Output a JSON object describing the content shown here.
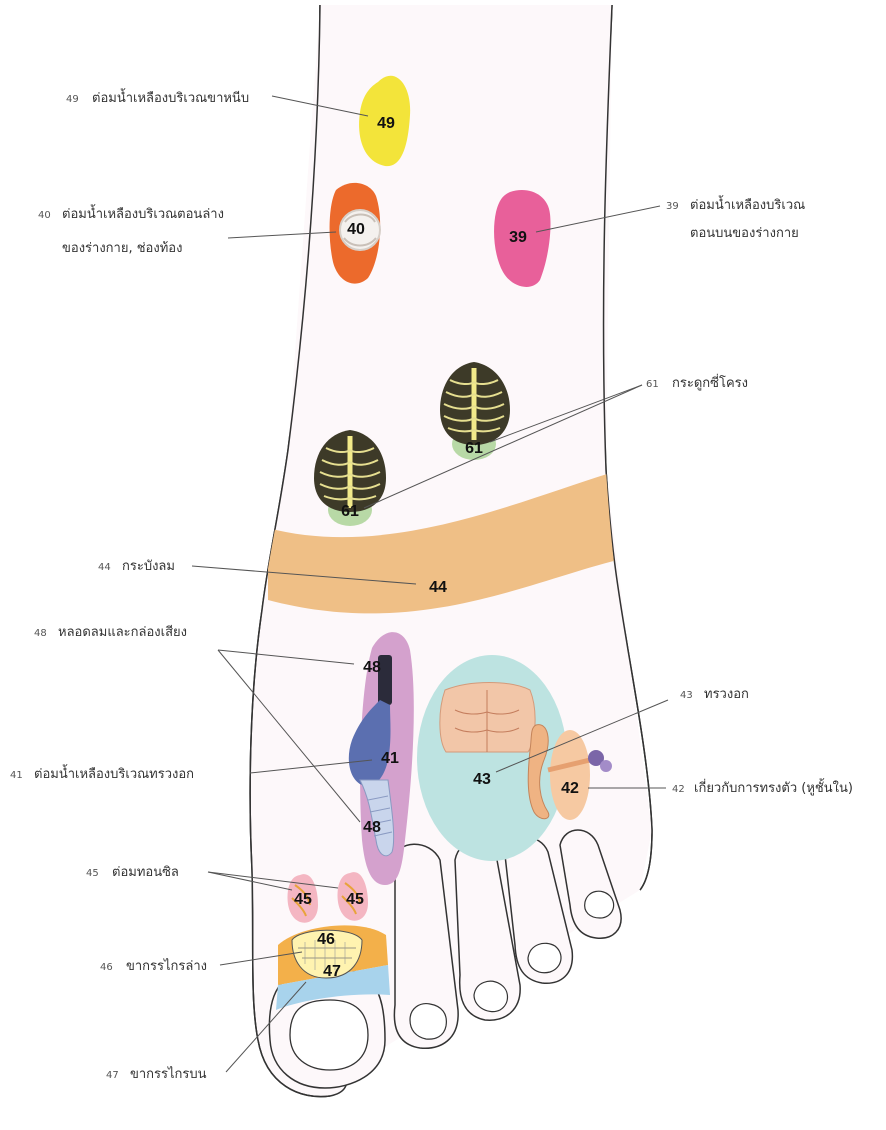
{
  "zones": [
    {
      "id": "49",
      "color": "#f3e43a"
    },
    {
      "id": "40",
      "color": "#ec6a2c"
    },
    {
      "id": "39",
      "color": "#e8609a"
    },
    {
      "id": "61a",
      "label": "61",
      "color": "#b8d9a6"
    },
    {
      "id": "61b",
      "label": "61",
      "color": "#b8d9a6"
    },
    {
      "id": "44",
      "color": "#efbf86"
    },
    {
      "id": "48top",
      "label": "48",
      "color": "#d4a1cd"
    },
    {
      "id": "41",
      "color": "#d4a1cd"
    },
    {
      "id": "48bot",
      "label": "48"
    },
    {
      "id": "43",
      "color": "#bde3e1"
    },
    {
      "id": "42",
      "color": "#f6c9a2"
    },
    {
      "id": "45a",
      "label": "45",
      "color": "#f4b6c2"
    },
    {
      "id": "45b",
      "label": "45",
      "color": "#f4b6c2"
    },
    {
      "id": "46",
      "color": "#f3b04a"
    },
    {
      "id": "47",
      "color": "#a8d3ec"
    }
  ],
  "labels": {
    "l49": {
      "num": "49",
      "text": "ต่อมน้ำเหลืองบริเวณขาหนีบ"
    },
    "l40": {
      "num": "40",
      "line1": "ต่อมน้ำเหลืองบริเวณตอนล่าง",
      "line2": "ของร่างกาย, ช่องท้อง"
    },
    "l39": {
      "num": "39",
      "line1": "ต่อมน้ำเหลืองบริเวณ",
      "line2": "ตอนบนของร่างกาย"
    },
    "l61": {
      "num": "61",
      "text": "กระดูกซี่โครง"
    },
    "l44": {
      "num": "44",
      "text": "กระบังลม"
    },
    "l48": {
      "num": "48",
      "text": "หลอดลมและกล่องเสียง"
    },
    "l43": {
      "num": "43",
      "text": "ทรวงอก"
    },
    "l41": {
      "num": "41",
      "text": "ต่อมน้ำเหลืองบริเวณทรวงอก"
    },
    "l42": {
      "num": "42",
      "text": "เกี่ยวกับการทรงตัว (หูชั้นใน)"
    },
    "l45": {
      "num": "45",
      "text": "ต่อมทอนซิล"
    },
    "l46": {
      "num": "46",
      "text": "ขากรรไกรล่าง"
    },
    "l47": {
      "num": "47",
      "text": "ขากรรไกรบน"
    }
  }
}
